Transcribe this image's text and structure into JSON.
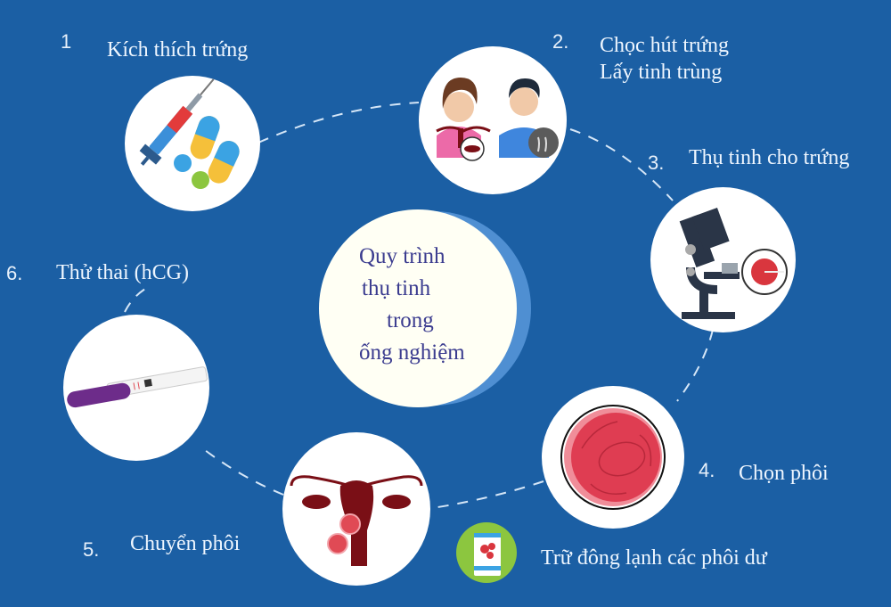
{
  "title": {
    "lines": [
      "Quy trình",
      "thụ tinh",
      "trong",
      "ống nghiệm"
    ]
  },
  "steps": [
    {
      "number": "1",
      "label_lines": [
        "Kích thích trứng"
      ],
      "icon": "syringe-and-pills-icon"
    },
    {
      "number": "2.",
      "label_lines": [
        "Chọc hút trứng",
        "Lấy tinh trùng"
      ],
      "icon": "woman-and-man-icon"
    },
    {
      "number": "3.",
      "label_lines": [
        "Thụ tinh cho trứng"
      ],
      "icon": "microscope-icon"
    },
    {
      "number": "4.",
      "label_lines": [
        "Chọn phôi"
      ],
      "icon": "embryo-icon"
    },
    {
      "number": "5.",
      "label_lines": [
        "Chuyển phôi"
      ],
      "icon": "uterus-icon"
    },
    {
      "number": "6.",
      "label_lines": [
        "Thử thai (hCG)"
      ],
      "icon": "pregnancy-test-icon"
    }
  ],
  "extra": {
    "label": "Trữ đông lạnh các phôi dư",
    "icon": "frozen-embryo-jar-icon"
  },
  "colors": {
    "background": "#1b5fa4",
    "title_text": "#3b3c8f",
    "label_text": "#eef6ff",
    "accent_red": "#d9363e",
    "uterus": "#7a0f16",
    "freeze_green": "#8cc63f"
  }
}
